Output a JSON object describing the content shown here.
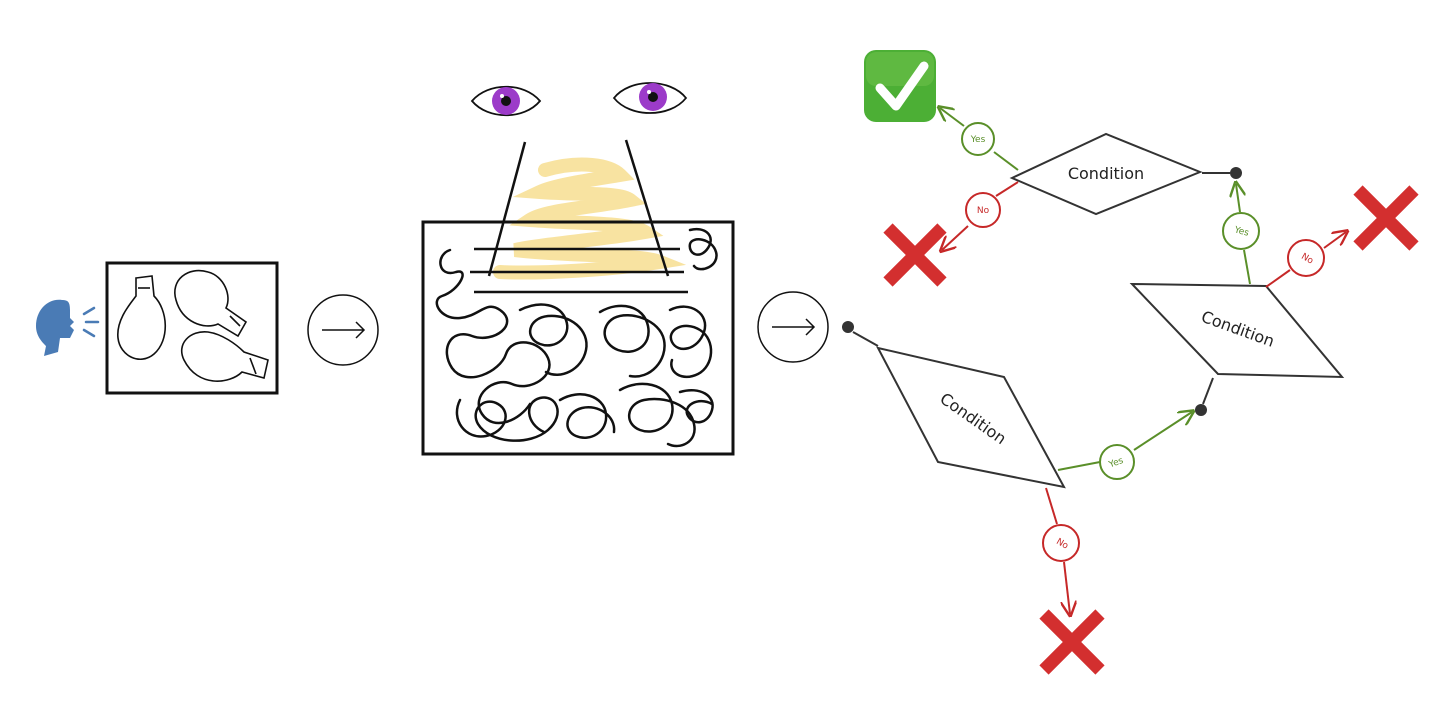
{
  "colors": {
    "ink": "#111111",
    "yes": "#5a8f29",
    "no": "#c62828",
    "cross": "#d32f2f",
    "check": "#4caf35",
    "iris": "#9c3bc9",
    "highlight": "#f6dc8a",
    "speaker": "#4a7bb5"
  },
  "icons": {
    "speaker": "speaking-head-icon",
    "check": "check-mark-button-icon",
    "cross": "cross-mark-icon"
  },
  "flow": {
    "top_condition": {
      "label": "Condition",
      "yes_label": "Yes",
      "no_label": "No"
    },
    "right_condition": {
      "label": "Condition",
      "yes_label": "Yes",
      "no_label": "No"
    },
    "left_condition": {
      "label": "Condition",
      "yes_label": "Yes",
      "no_label": "No"
    }
  }
}
